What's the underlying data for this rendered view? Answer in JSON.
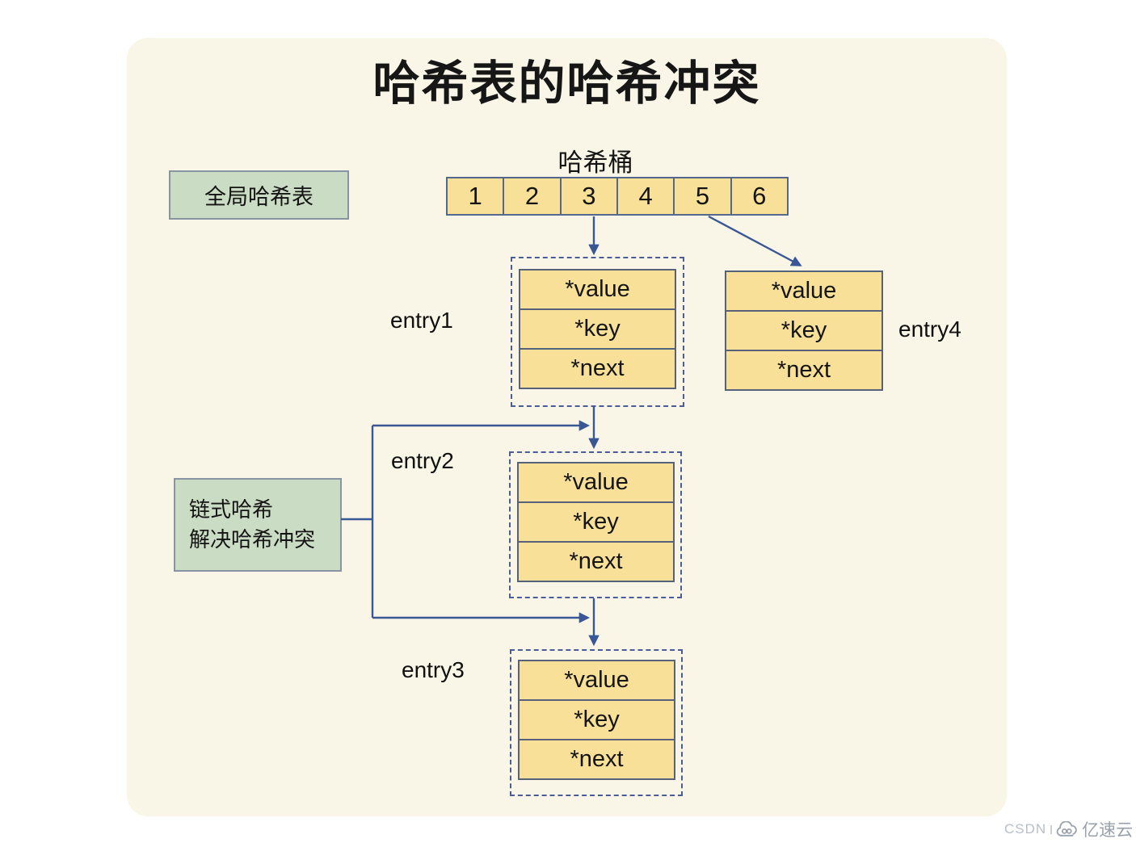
{
  "title": "哈希表的哈希冲突",
  "bucket": {
    "label": "哈希桶",
    "cells": [
      "1",
      "2",
      "3",
      "4",
      "5",
      "6"
    ]
  },
  "boxes": {
    "global_hash_table": "全局哈希表",
    "chain_hash_line1": "链式哈希",
    "chain_hash_line2": "解决哈希冲突"
  },
  "entries": [
    {
      "label": "entry1",
      "fields": [
        "*value",
        "*key",
        "*next"
      ],
      "dashed": true
    },
    {
      "label": "entry2",
      "fields": [
        "*value",
        "*key",
        "*next"
      ],
      "dashed": true
    },
    {
      "label": "entry3",
      "fields": [
        "*value",
        "*key",
        "*next"
      ],
      "dashed": true
    },
    {
      "label": "entry4",
      "fields": [
        "*value",
        "*key",
        "*next"
      ],
      "dashed": false
    }
  ],
  "edges": [
    "bucket-cell-3 -> entry1",
    "bucket-cell-5 -> entry4",
    "entry1 -> entry2",
    "entry2 -> entry3",
    "chain-hash-box -> entry2-link",
    "chain-hash-box -> entry3-link"
  ],
  "watermark": {
    "csdn": "CSDN",
    "icon": "cloud-icon",
    "brand": "亿速云"
  },
  "colors": {
    "canvas": "#FFFFFF",
    "panel": "#F9F6E7",
    "cell_fill": "#F8E099",
    "cell_border": "#57627A",
    "bucket_border": "#54688C",
    "green_fill": "#CBDCC4",
    "green_border": "#8795A3",
    "dashed_border": "#4A5C99",
    "arrow": "#3A5795",
    "watermark_gray": "#99A1AB"
  }
}
